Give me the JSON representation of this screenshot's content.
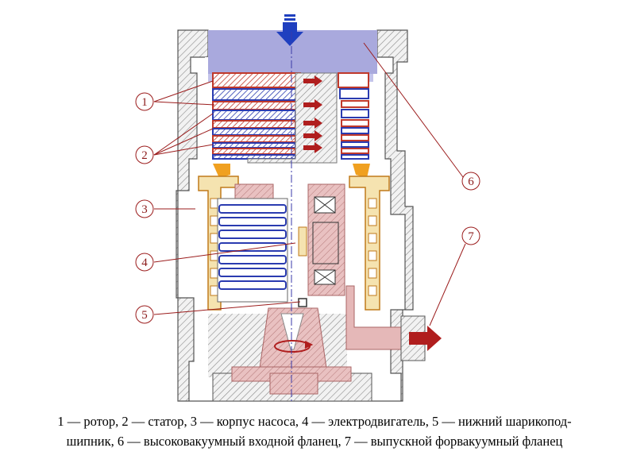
{
  "callouts": [
    {
      "num": "1"
    },
    {
      "num": "2"
    },
    {
      "num": "3"
    },
    {
      "num": "4"
    },
    {
      "num": "5"
    },
    {
      "num": "6"
    },
    {
      "num": "7"
    }
  ],
  "caption": {
    "line1": "1 — ротор, 2 — статор, 3 — корпус насоса, 4 — электродвигатель, 5 — нижний шарикопод-",
    "line2": "шипник, 6 —  высоковакуумный входной фланец, 7 — выпускной форвакуумный фланец"
  },
  "colors": {
    "inlet_vacuum": "#a9a9dd",
    "rotor_red": "#c0392b",
    "stator_blue": "#2a3bb0",
    "housing_hatch": "#888888",
    "motor_pink": "#e5b8b8",
    "bearing_cream": "#f5e3b0",
    "callout_line": "#9b1c1c"
  },
  "icons": [
    "inlet-arrow-icon",
    "exhaust-arrow-icon",
    "rotation-arrow-icon"
  ]
}
